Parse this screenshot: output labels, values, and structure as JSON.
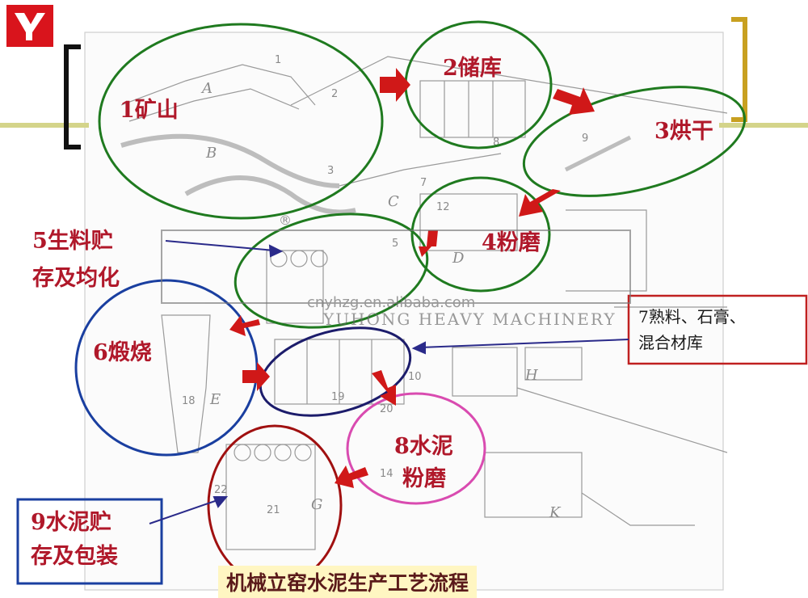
{
  "title": "机械立窑水泥生产工艺流程",
  "steps": [
    {
      "id": "s1",
      "label": "1矿山"
    },
    {
      "id": "s2",
      "label": "2储库"
    },
    {
      "id": "s3",
      "label": "3烘干"
    },
    {
      "id": "s4",
      "label": "4粉磨"
    },
    {
      "id": "s5",
      "label_line1": "5生料贮",
      "label_line2": "存及均化"
    },
    {
      "id": "s6",
      "label": "6煅烧"
    },
    {
      "id": "s7",
      "label_line1": "7熟料、石膏、",
      "label_line2": "混合材库"
    },
    {
      "id": "s8",
      "label_line1": "8水泥",
      "label_line2": "粉磨"
    },
    {
      "id": "s9",
      "label_line1": "9水泥贮",
      "label_line2": "存及包装"
    }
  ],
  "watermark": {
    "url": "cnyhzg.en.alibaba.com",
    "brand": "YUHONG HEAVY MACHINERY",
    "mark": "®"
  },
  "drawing_letters": [
    "A",
    "B",
    "C",
    "D",
    "E",
    "G",
    "H",
    "K"
  ],
  "drawing_numbers": [
    "1",
    "2",
    "3",
    "5",
    "7",
    "8",
    "9",
    "10",
    "12",
    "14",
    "18",
    "19",
    "20",
    "21",
    "22"
  ],
  "colors": {
    "green": "#1f7a1f",
    "blue": "#1a3fa0",
    "navy": "#1c1c6b",
    "red": "#d01818",
    "pink": "#d94bb0",
    "darkred": "#a01010",
    "gold": "#c8a020",
    "label": "#b0182a"
  }
}
